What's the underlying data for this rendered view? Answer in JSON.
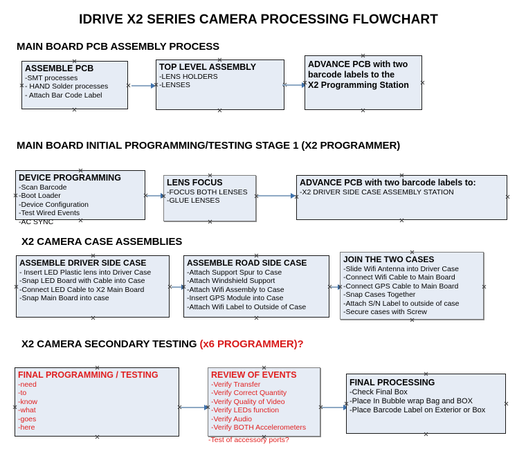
{
  "document": {
    "title": "IDRIVE X2  SERIES CAMERA PROCESSING FLOWCHART"
  },
  "colors": {
    "box_fill": "#e6ecf5",
    "box_border": "#1a1a1a",
    "connector": "#8ea9c4",
    "arrowhead": "#3f72ad",
    "red_accent": "#e02020"
  },
  "sections": [
    {
      "id": "main-board-pcb-assembly",
      "header": "MAIN BOARD PCB ASSEMBLY PROCESS",
      "header_suffix": "",
      "boxes": [
        {
          "id": "assemble-pcb",
          "title": "ASSEMBLE PCB",
          "lines": [
            "-SMT processes",
            "- HAND Solder processes",
            "- Attach Bar Code Label"
          ]
        },
        {
          "id": "top-level-assembly",
          "title": "TOP LEVEL ASSEMBLY",
          "lines": [
            "-LENS HOLDERS",
            "-LENSES"
          ]
        },
        {
          "id": "advance-pcb-to-x2-programming-station",
          "title": "",
          "lines": [
            "ADVANCE PCB with two",
            "barcode labels to the",
            " X2 Programming Station"
          ]
        }
      ]
    },
    {
      "id": "main-board-initial-programming",
      "header": "MAIN BOARD INITIAL PROGRAMMING/TESTING STAGE 1 (X2 PROGRAMMER)",
      "header_suffix": "",
      "boxes": [
        {
          "id": "device-programming",
          "title": "DEVICE PROGRAMMING",
          "lines": [
            "-Scan Barcode",
            "-Boot Loader",
            "-Device Configuration",
            "-Test Wired Events",
            "-AC SYNC"
          ]
        },
        {
          "id": "lens-focus",
          "title": "LENS FOCUS",
          "lines": [
            "-FOCUS BOTH LENSES",
            "-GLUE LENSES"
          ]
        },
        {
          "id": "advance-pcb-to-driver-side-case",
          "title": "ADVANCE PCB with two barcode labels to:",
          "lines": [
            "-X2 DRIVER  SIDE  CASE  ASSEMBLY STATION"
          ]
        }
      ]
    },
    {
      "id": "x2-camera-case-assemblies",
      "header": "X2 CAMERA CASE ASSEMBLIES",
      "header_suffix": "",
      "boxes": [
        {
          "id": "assemble-driver-side-case",
          "title": "ASSEMBLE DRIVER SIDE CASE",
          "lines": [
            "- Insert LED Plastic lens into Driver Case",
            "-Snap LED Board with Cable into Case",
            "-Connect LED Cable to X2 Main Board",
            "-Snap Main Board into case"
          ]
        },
        {
          "id": "assemble-road-side-case",
          "title": "ASSEMBLE ROAD SIDE CASE",
          "lines": [
            "-Attach Support Spur to Case",
            "-Attach Windshield Support",
            "-Attach Wifi Assembly to Case",
            "-Insert GPS Module into Case",
            "-Attach Wifi Label to Outside of Case"
          ]
        },
        {
          "id": "join-the-two-cases",
          "title": "JOIN THE TWO CASES",
          "lines": [
            "-Slide Wifi Antenna into Driver Case",
            "-Connect Wifi Cable to Main Board",
            "-Connect GPS Cable to Main Board",
            "-Snap Cases Together",
            "-Attach S/N Label to outside of case",
            "-Secure cases with Screw"
          ]
        }
      ]
    },
    {
      "id": "x2-camera-secondary-testing",
      "header": "X2 CAMERA SECONDARY TESTING ",
      "header_suffix": "(x6 PROGRAMMER)?",
      "boxes": [
        {
          "id": "final-programming-testing",
          "title": "FINAL PROGRAMMING / TESTING",
          "lines": [
            "-need",
            "-to",
            "-know",
            "-what",
            "-goes",
            "-here"
          ]
        },
        {
          "id": "review-of-events",
          "title": "REVIEW OF EVENTS",
          "lines": [
            "-Verify Transfer",
            "-Verify Correct Quantity",
            "-Verify Quality of Video",
            "-Verify LEDs function",
            "-Verify Audio",
            "-Verify BOTH Accelerometers"
          ],
          "overflow_line": "-Test of accessory ports?"
        },
        {
          "id": "final-processing",
          "title": "FINAL PROCESSING",
          "lines": [
            " -Check Final Box",
            "-Place In Bubble wrap Bag and BOX",
            "-Place Barcode Label on Exterior or Box"
          ]
        }
      ]
    }
  ]
}
